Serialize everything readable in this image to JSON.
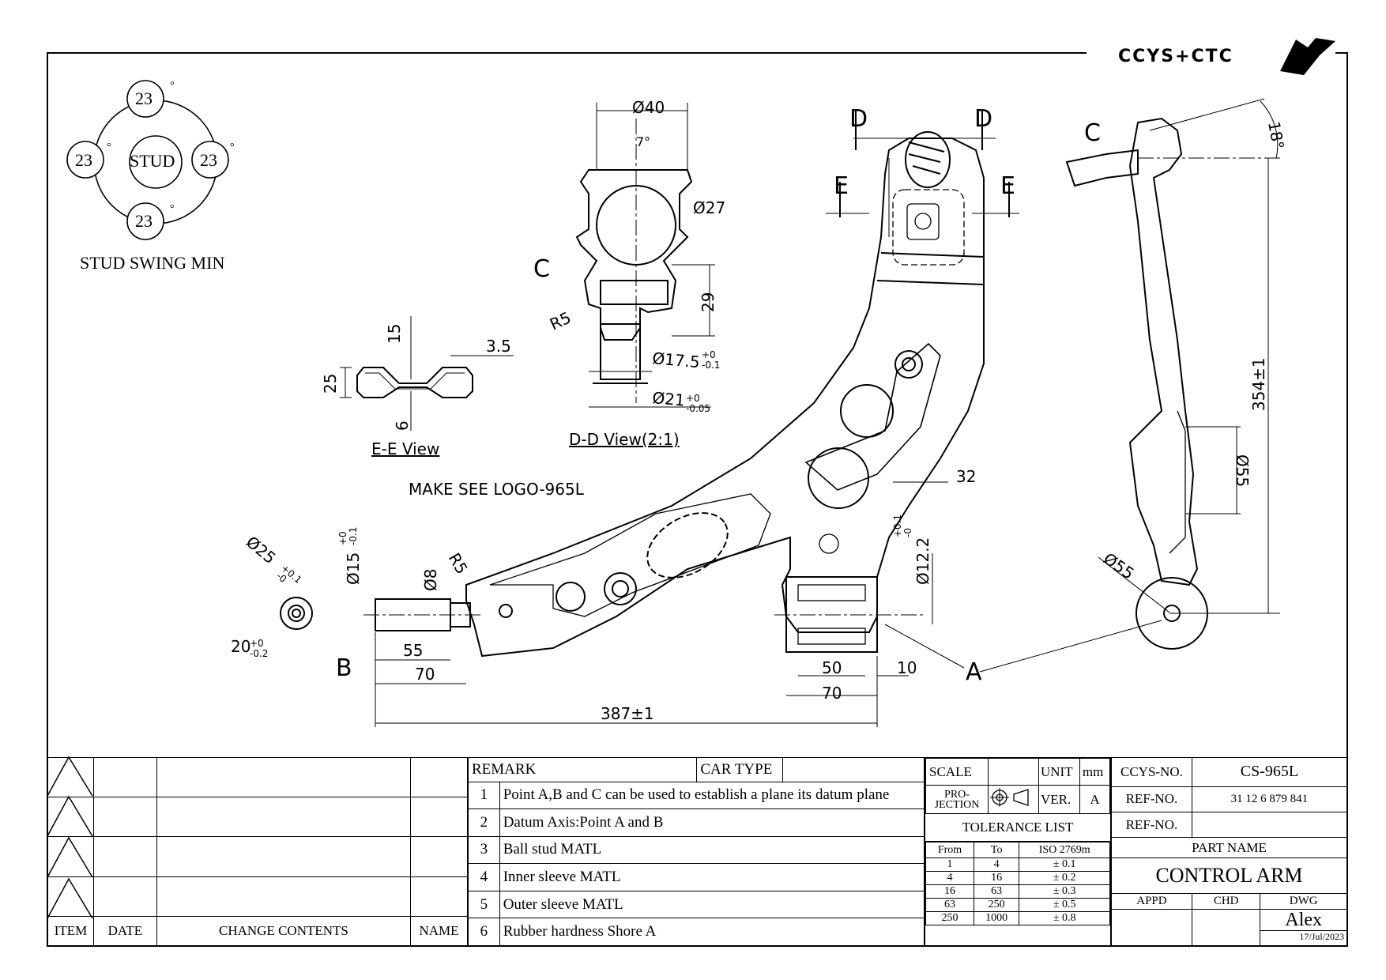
{
  "brand": {
    "logo_text": "CCYS+CTC"
  },
  "stud_swing": {
    "top": "23",
    "left": "23",
    "right": "23",
    "bottom": "23",
    "center": "STUD",
    "caption": "STUD SWING MIN",
    "degree": "°"
  },
  "views": {
    "ee_title": "E-E View",
    "dd_title": "D-D View(2:1)",
    "note": "MAKE SEE LOGO-965L"
  },
  "section_marks": {
    "d": "D",
    "e": "E",
    "c": "C",
    "a": "A",
    "b": "B"
  },
  "dimensions": {
    "d40": "Ø40",
    "angle7": "7°",
    "d27": "Ø27",
    "h29": "29",
    "r5": "R5",
    "d17_5": "Ø17.5",
    "d17_5_tol_up": "+0",
    "d17_5_tol_low": "-0.1",
    "d21": "Ø21",
    "d21_tol_up": "+0",
    "d21_tol_low": "-0.05",
    "ee15": "15",
    "ee25": "25",
    "ee3_5": "3.5",
    "ee6": "6",
    "d25": "Ø25",
    "d25_tol_up": "+0.1",
    "d25_tol_low": "-0",
    "len20": "20",
    "len20_tol_up": "+0",
    "len20_tol_low": "-0.2",
    "d15": "Ø15",
    "d15_tol_up": "+0",
    "d15_tol_low": "-0.1",
    "d8": "Ø8",
    "r5b": "R5",
    "len55": "55",
    "len70a": "70",
    "len387": "387±1",
    "len32": "32",
    "d12_2": "Ø12.2",
    "d12_2_tol_up": "+0.1",
    "d12_2_tol_low": "-0",
    "len50": "50",
    "len10": "10",
    "len70b": "70",
    "len354": "354±1",
    "d55a": "Ø55",
    "d55b": "Ø55",
    "angle18": "18°"
  },
  "revision_block": {
    "headers": {
      "item": "ITEM",
      "date": "DATE",
      "change": "CHANGE CONTENTS",
      "name": "NAME"
    }
  },
  "remarks": {
    "header": "REMARK",
    "car_type": "CAR TYPE",
    "items": [
      {
        "no": "1",
        "text": "Point A,B and C can be used to establish a plane its datum plane"
      },
      {
        "no": "2",
        "text": "Datum Axis:Point A and B"
      },
      {
        "no": "3",
        "text": "Ball stud MATL"
      },
      {
        "no": "4",
        "text": "Inner sleeve MATL"
      },
      {
        "no": "5",
        "text": "Outer sleeve MATL"
      },
      {
        "no": "6",
        "text": "Rubber hardness Shore A"
      }
    ]
  },
  "scale_block": {
    "scale": "SCALE",
    "unit": "UNIT",
    "unit_value": "mm",
    "projection": "PRO-\nJECTION",
    "ver": "VER.",
    "ver_value": "A",
    "tolerance_title": "TOLERANCE LIST",
    "tol_headers": {
      "from": "From",
      "to": "To",
      "iso": "ISO 2769m"
    },
    "tolerances": [
      {
        "from": "1",
        "to": "4",
        "tol": "± 0.1"
      },
      {
        "from": "4",
        "to": "16",
        "tol": "± 0.2"
      },
      {
        "from": "16",
        "to": "63",
        "tol": "± 0.3"
      },
      {
        "from": "63",
        "to": "250",
        "tol": "± 0.5"
      },
      {
        "from": "250",
        "to": "1000",
        "tol": "± 0.8"
      }
    ]
  },
  "title_block": {
    "ccys_no_label": "CCYS-NO.",
    "ccys_no": "CS-965L",
    "ref_no_label": "REF-NO.",
    "ref_no": "31 12 6 879 841",
    "ref_no2_label": "REF-NO.",
    "ref_no2": "",
    "part_name_label": "PART NAME",
    "part_name": "CONTROL ARM",
    "appd": "APPD",
    "chd": "CHD",
    "dwg": "DWG",
    "drawer": "Alex",
    "date": "17/Jul/2023"
  }
}
